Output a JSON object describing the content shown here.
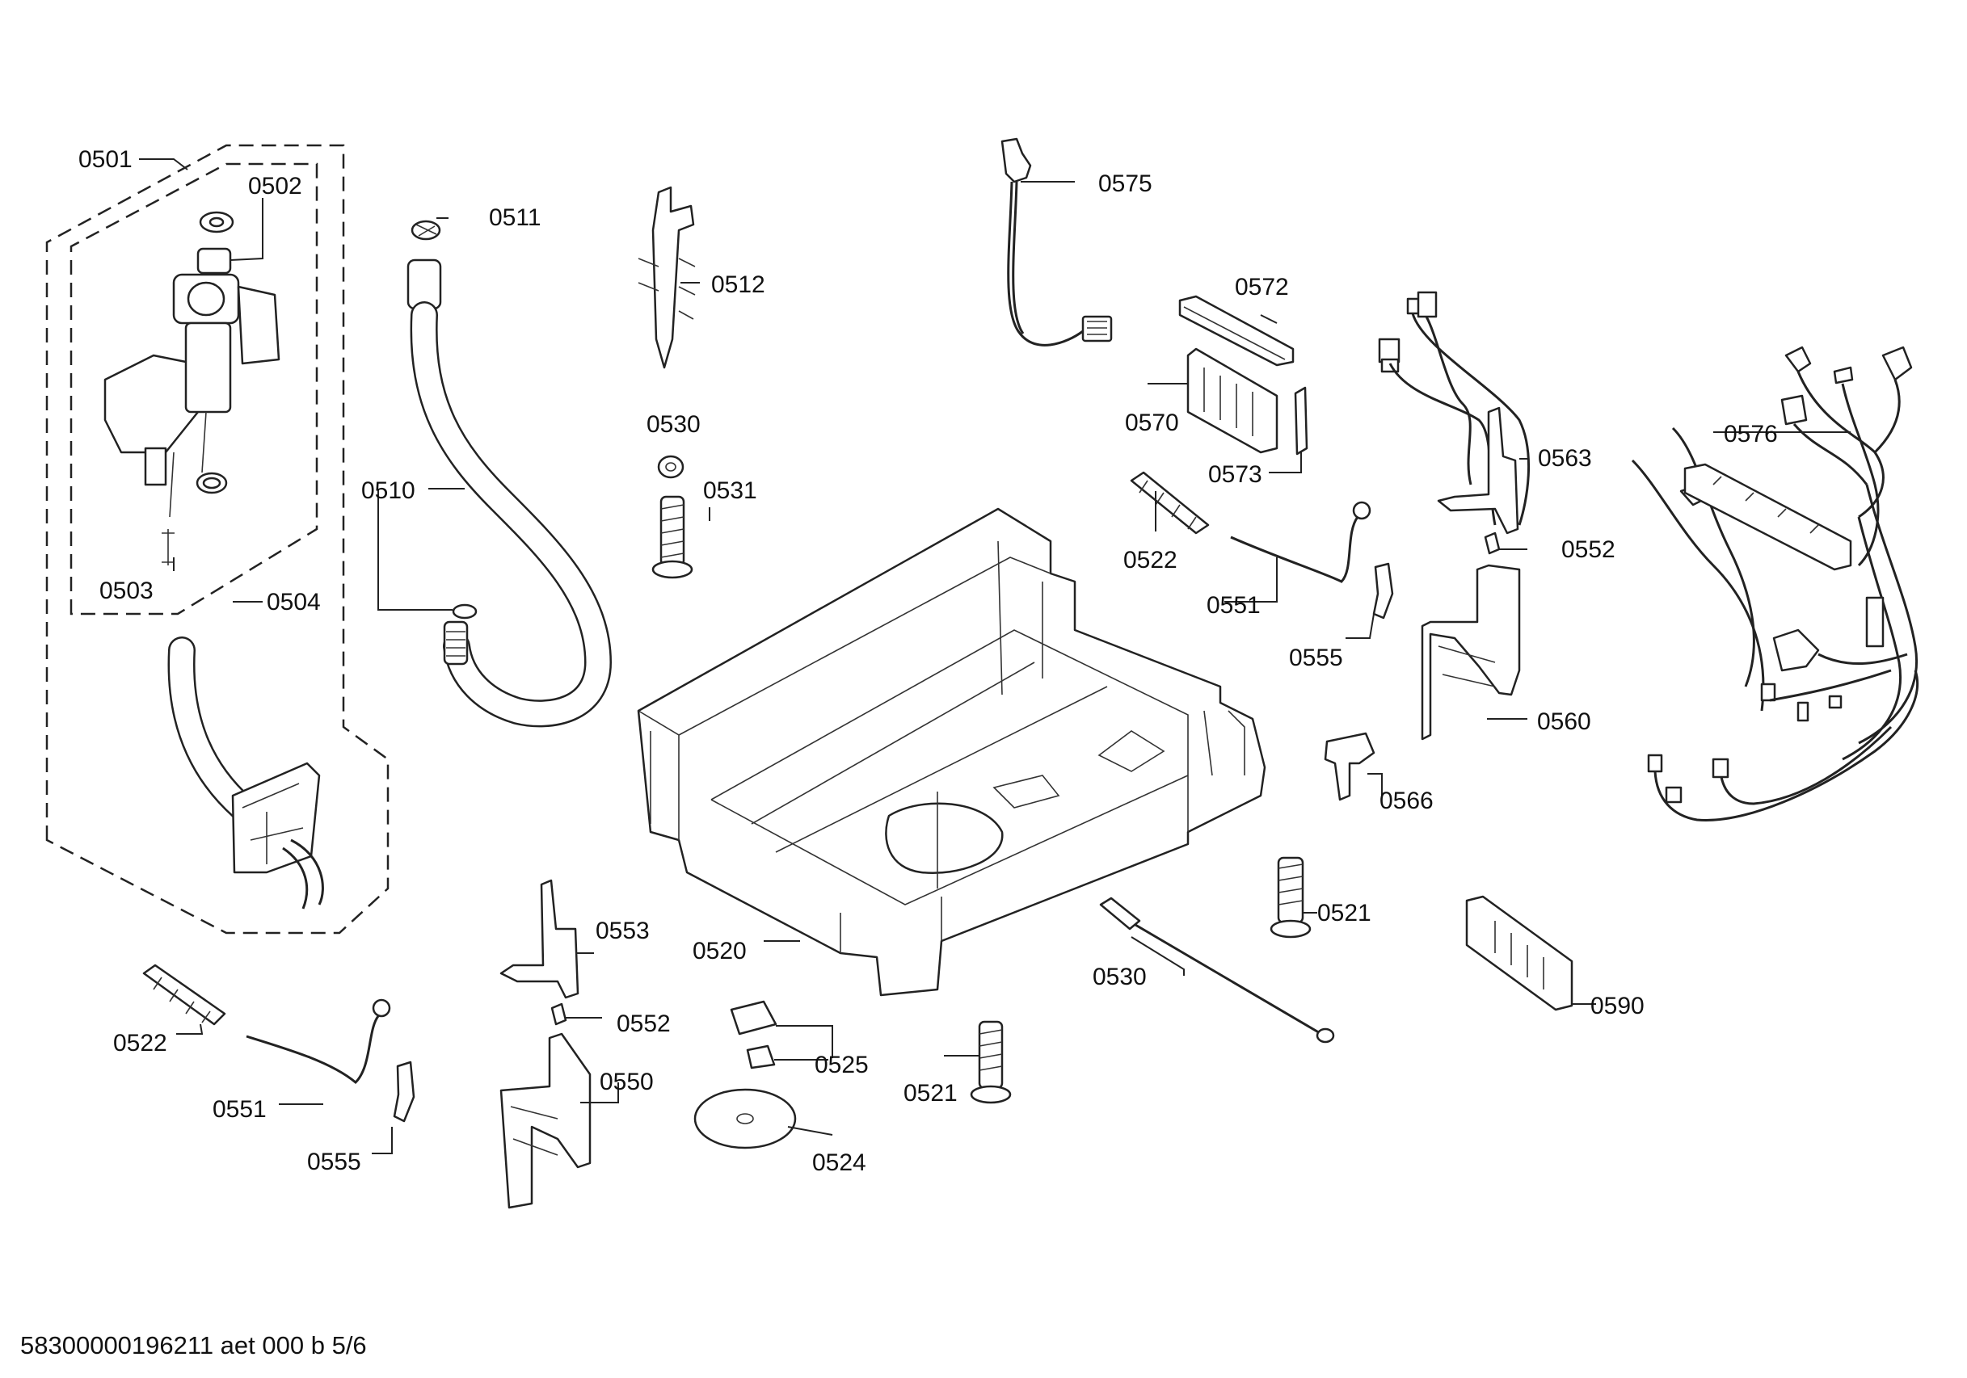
{
  "diagram": {
    "footer": "58300000196211 aet 000 b 5/6",
    "labels": {
      "l0501": "0501",
      "l0502": "0502",
      "l0503": "0503",
      "l0504": "0504",
      "l0510": "0510",
      "l0511": "0511",
      "l0512": "0512",
      "l0520": "0520",
      "l0521a": "0521",
      "l0521b": "0521",
      "l0522a": "0522",
      "l0522b": "0522",
      "l0524": "0524",
      "l0525": "0525",
      "l0530a": "0530",
      "l0530b": "0530",
      "l0531": "0531",
      "l0550": "0550",
      "l0551a": "0551",
      "l0551b": "0551",
      "l0552a": "0552",
      "l0552b": "0552",
      "l0553": "0553",
      "l0555a": "0555",
      "l0555b": "0555",
      "l0560": "0560",
      "l0563": "0563",
      "l0566": "0566",
      "l0570": "0570",
      "l0572": "0572",
      "l0573": "0573",
      "l0575": "0575",
      "l0576": "0576",
      "l0590": "0590"
    }
  }
}
